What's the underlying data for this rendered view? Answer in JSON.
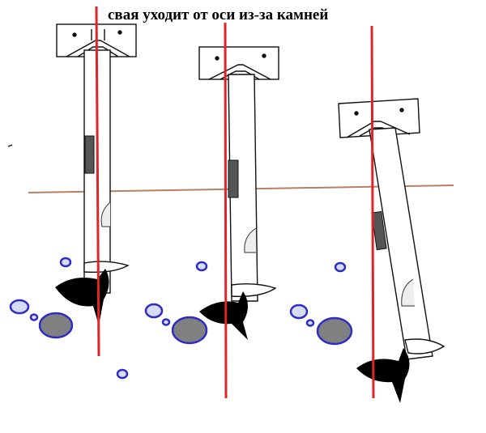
{
  "diagram": {
    "caption": "свая уходит от оси из-за камней",
    "colors": {
      "axis_line": "#e0242a",
      "ground_line": "#b58262",
      "stone_fill": "#808080",
      "stone_stroke": "#2d2dc4",
      "pile_outline": "#111111",
      "blade_fill": "#000000",
      "bubble_fill": "#d8dcf2"
    },
    "piles": [
      {
        "label": "",
        "state": "straight"
      },
      {
        "label": "",
        "state": "slight-deviation"
      },
      {
        "label": "",
        "state": "strong-deviation"
      }
    ]
  }
}
